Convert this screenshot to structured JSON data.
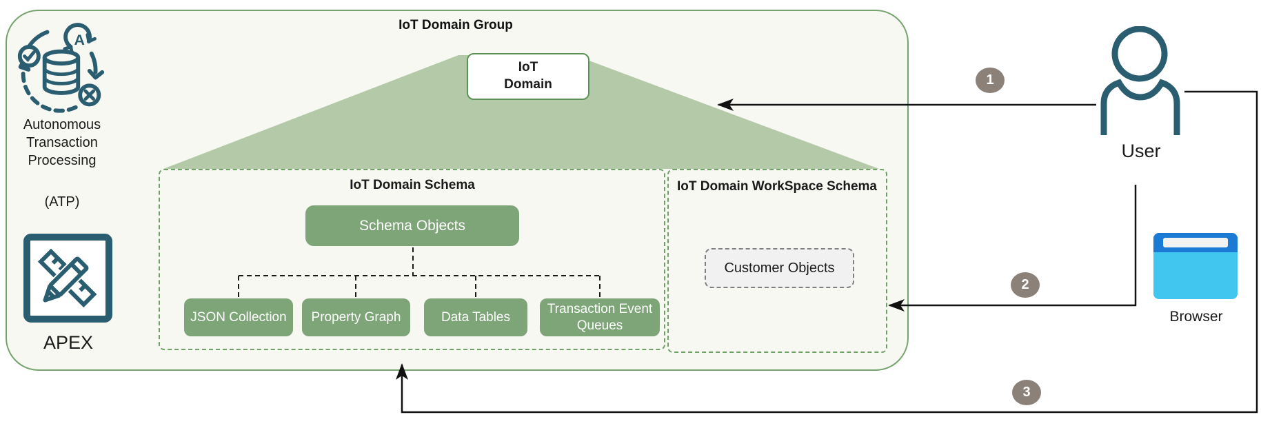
{
  "group": {
    "title": "IoT Domain Group"
  },
  "domain_box": {
    "label": "IoT\nDomain"
  },
  "schema": {
    "title": "IoT Domain Schema",
    "parent": "Schema Objects",
    "children": [
      "JSON Collection",
      "Property Graph",
      "Data Tables",
      "Transaction Event Queues"
    ]
  },
  "workspace": {
    "title": "IoT Domain WorkSpace Schema",
    "object": "Customer Objects"
  },
  "left_panel": {
    "atp_caption": "Autonomous Transaction Processing",
    "atp_abbrev": "(ATP)",
    "apex_caption": "APEX"
  },
  "right_panel": {
    "user_label": "User",
    "browser_label": "Browser"
  },
  "badges": [
    "1",
    "2",
    "3"
  ],
  "colors": {
    "box_green": "#7da578",
    "trapezoid_green": "#b4c9a7",
    "container_border_green": "#76a36d",
    "dashed_green": "#6f9e66",
    "icon_teal": "#2a5d70",
    "badge_taupe": "#8b8178",
    "browser_top_blue": "#1a7ad4",
    "browser_body_blue": "#41c6f0",
    "arrow_black": "#111111"
  }
}
